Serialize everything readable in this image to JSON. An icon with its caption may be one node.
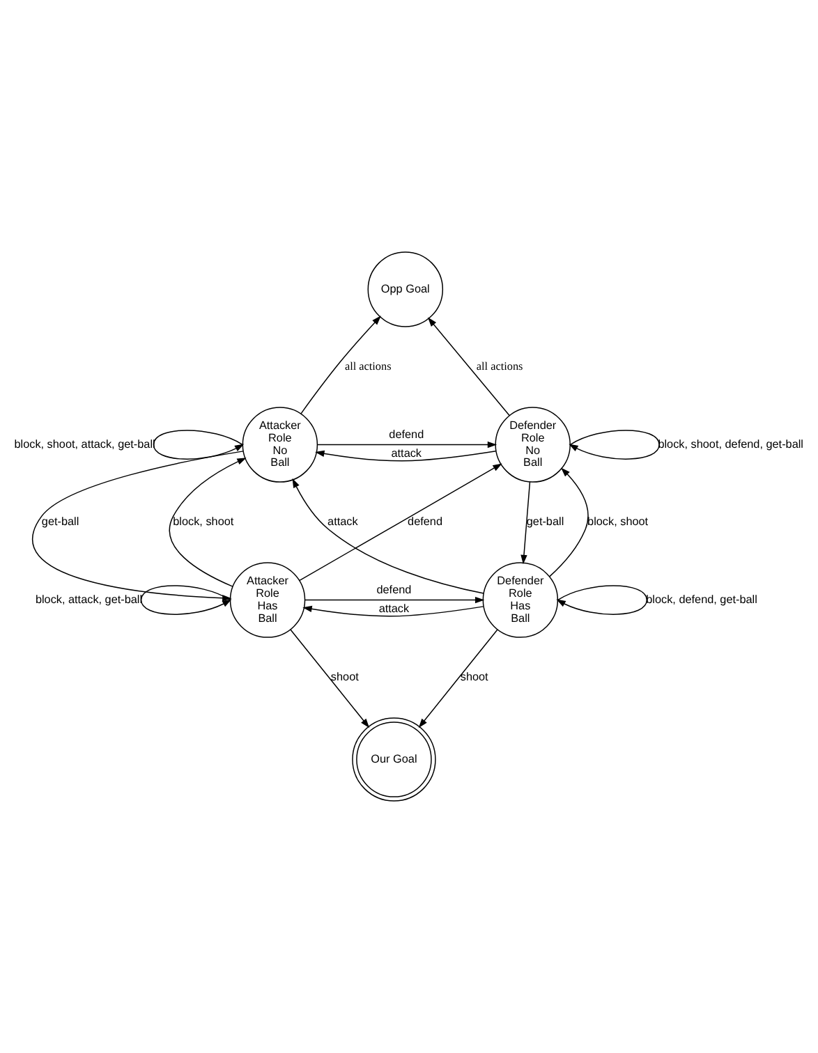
{
  "diagram": {
    "nodes": [
      {
        "text": [
          "Opp Goal"
        ]
      },
      {
        "text": [
          "Attacker Role No Ball"
        ]
      },
      {
        "text": [
          "Defender Role No Ball"
        ]
      },
      {
        "text": [
          "Attacker Role Has Ball"
        ]
      },
      {
        "text": [
          "Defender Role Has Ball"
        ]
      },
      {
        "text": [
          "Our Goal"
        ]
      }
    ],
    "edges": [
      {
        "from": 1,
        "to": 0,
        "arrow": "to",
        "label": "all actions"
      },
      {
        "from": 2,
        "to": 0,
        "arrow": "to",
        "label": "all actions"
      },
      {
        "from": 1,
        "to": 1,
        "arrow": "to",
        "label": "block, shoot, attack, get-ball"
      },
      {
        "from": 2,
        "to": 2,
        "arrow": "to",
        "label": "block, shoot, defend, get-ball"
      },
      {
        "from": 2,
        "to": 1,
        "arrow": "to",
        "label": "attack"
      },
      {
        "from": 1,
        "to": 2,
        "arrow": "to",
        "label": "defend"
      },
      {
        "from": 1,
        "to": 3,
        "arrow": "to",
        "label": "get-ball"
      },
      {
        "from": 3,
        "to": 1,
        "arrow": "to",
        "label": "block, shoot"
      },
      {
        "from": 2,
        "to": 4,
        "arrow": "to",
        "label": "get-ball"
      },
      {
        "from": 4,
        "to": 2,
        "arrow": "to",
        "label": "block, shoot"
      },
      {
        "from": 3,
        "to": 2,
        "arrow": "to",
        "label": "defend"
      },
      {
        "from": 4,
        "to": 1,
        "arrow": "to",
        "label": "attack"
      },
      {
        "from": 4,
        "to": 3,
        "arrow": "to",
        "label": "attack"
      },
      {
        "from": 3,
        "to": 4,
        "arrow": "to",
        "label": "defend"
      },
      {
        "from": 3,
        "to": 3,
        "arrow": "to",
        "label": "block, attack, get-ball"
      },
      {
        "from": 4,
        "to": 4,
        "arrow": "to",
        "label": "block, defend, get-ball"
      },
      {
        "from": 3,
        "to": 5,
        "arrow": "to",
        "label": "shoot"
      },
      {
        "from": 4,
        "to": 5,
        "arrow": "to",
        "label": "shoot"
      }
    ]
  }
}
